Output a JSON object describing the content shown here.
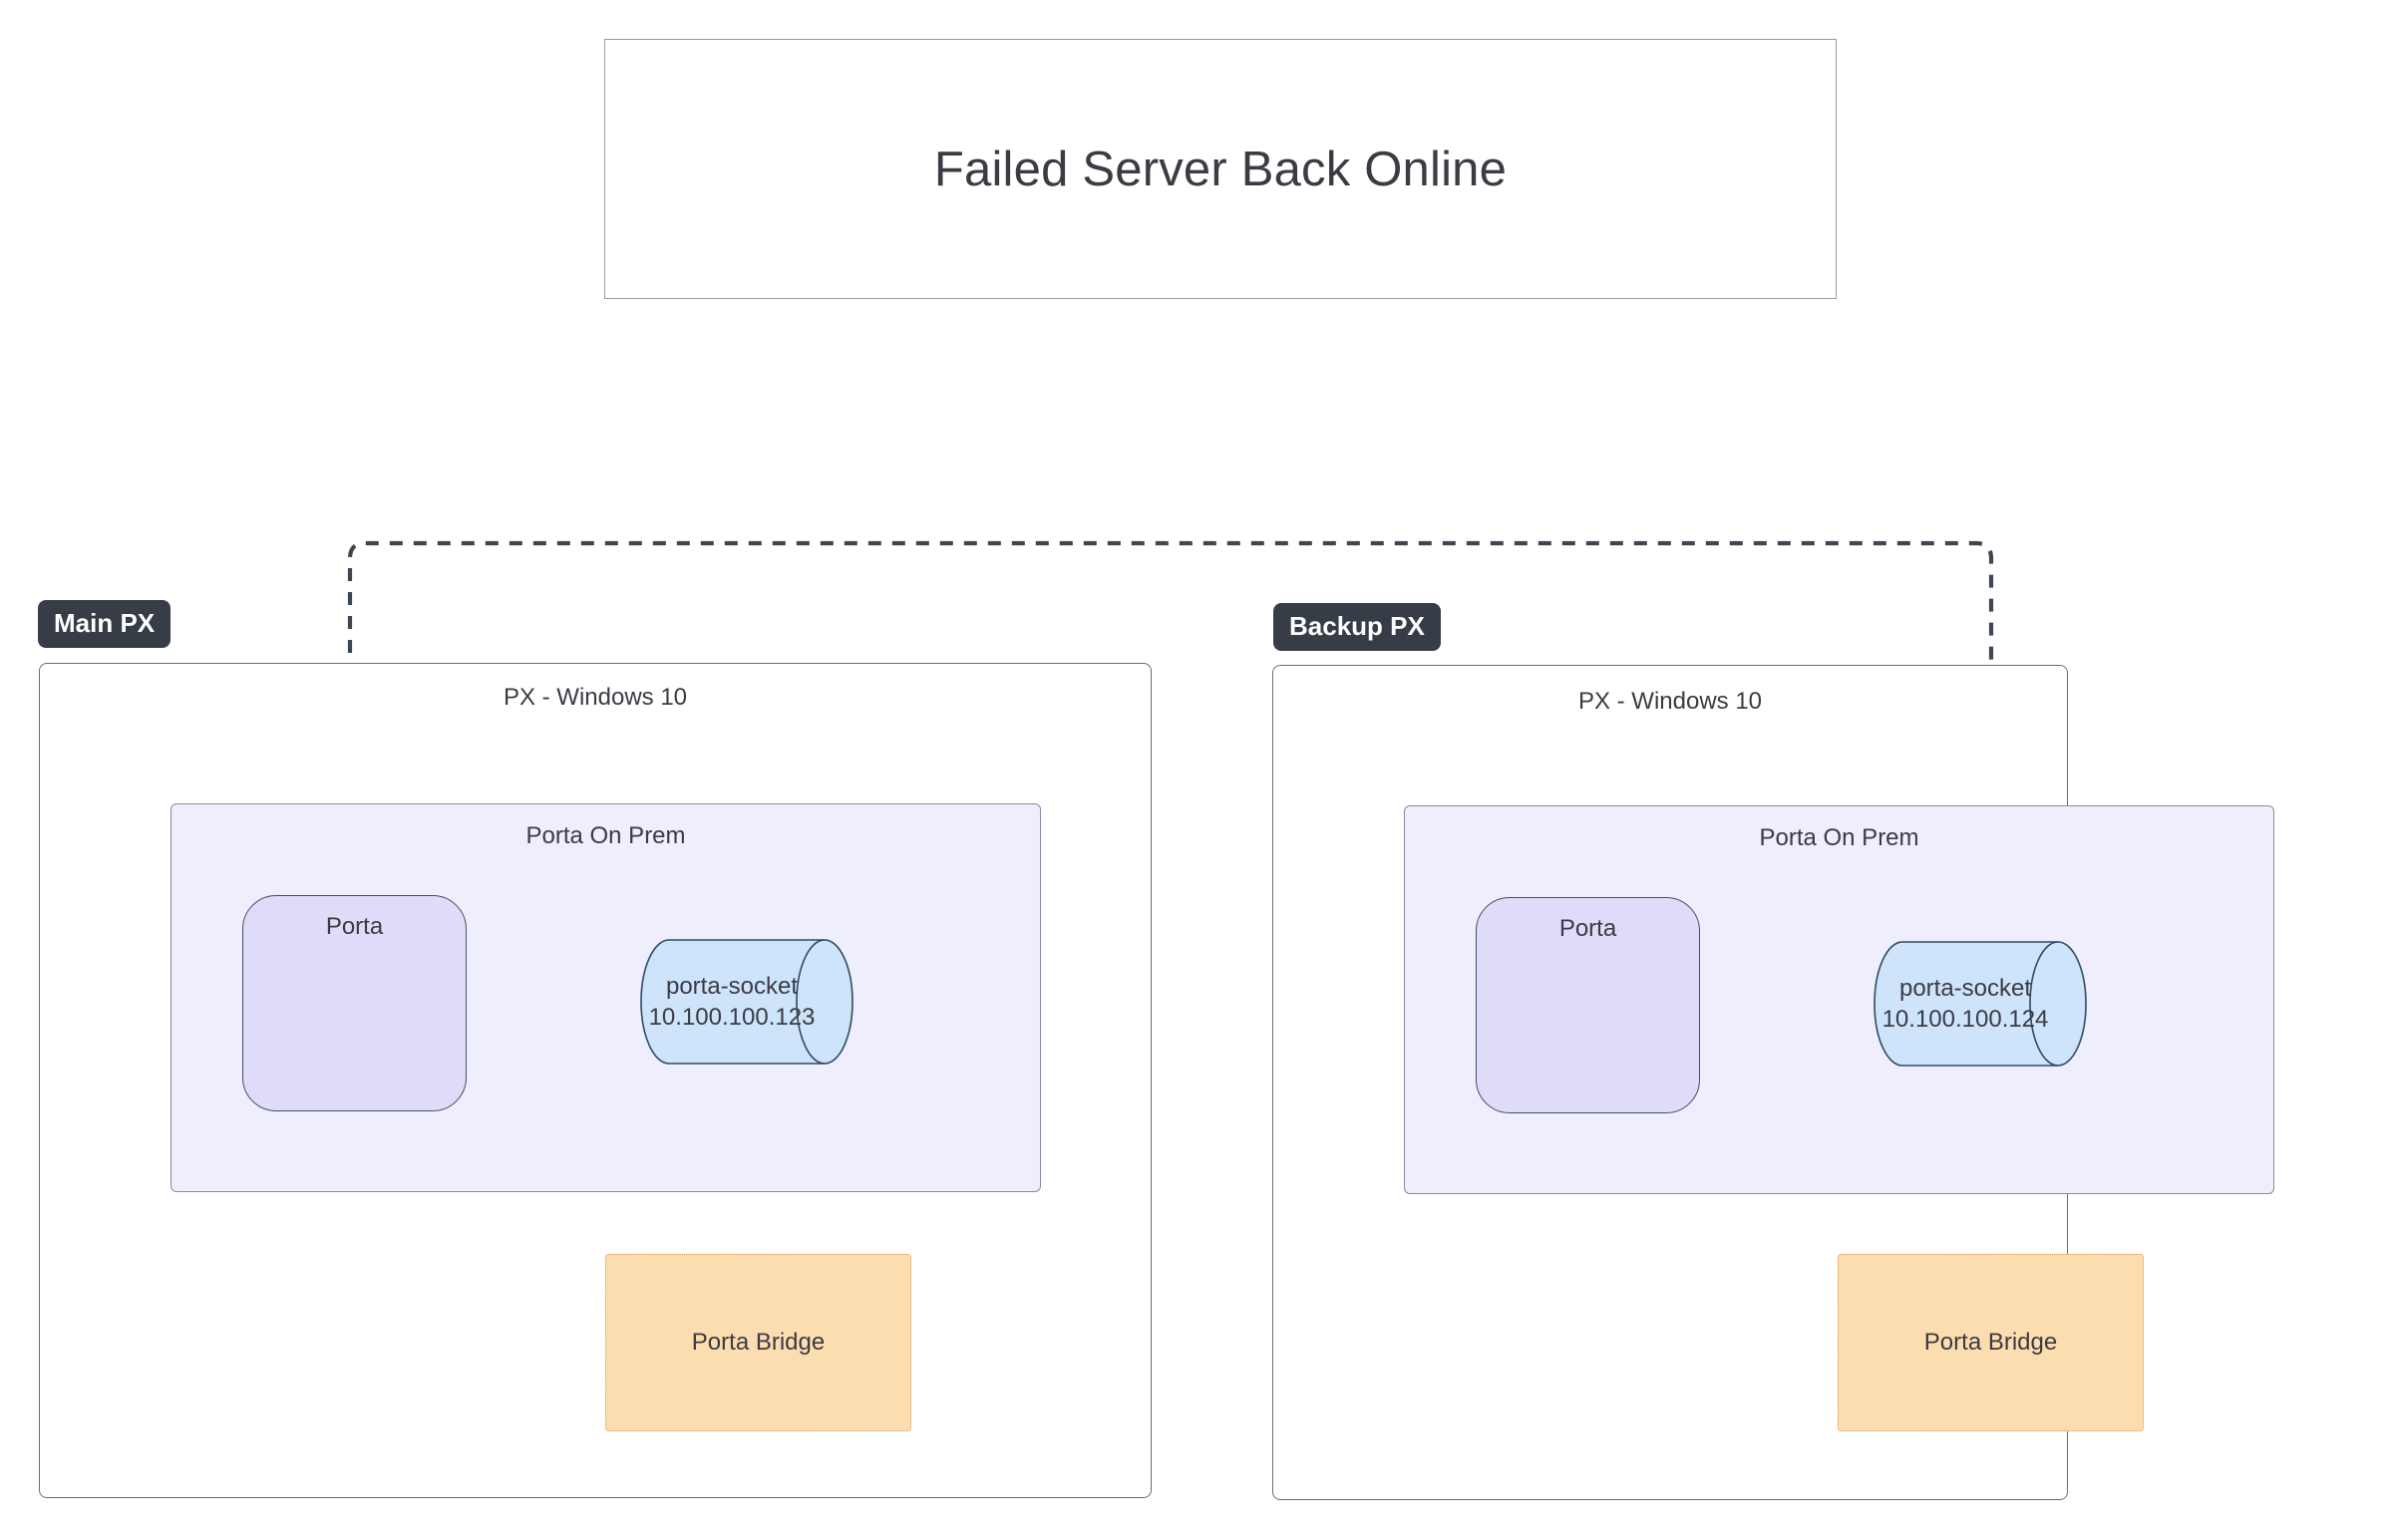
{
  "title": {
    "text": "Failed Server Back Online"
  },
  "colors": {
    "badge_bg": "#373d47",
    "group_fill": "#eeeefc",
    "porta_fill": "#dedcf8",
    "socket_fill": "#cde4fb",
    "bridge_fill": "#fbddb0",
    "connector": "#3d4753",
    "connector_alt": "#000000",
    "text": "#3b3b44"
  },
  "zones": [
    {
      "id": "main",
      "badge": "Main PX",
      "host_title": "PX - Windows 10",
      "group_title": "Porta On Prem",
      "porta_label": "Porta",
      "socket": {
        "name": "porta-socket",
        "ip": "10.100.100.123"
      },
      "bridge_label": "Porta Bridge"
    },
    {
      "id": "backup",
      "badge": "Backup PX",
      "host_title": "PX - Windows 10",
      "group_title": "Porta On Prem",
      "porta_label": "Porta",
      "socket": {
        "name": "porta-socket",
        "ip": "10.100.100.124"
      },
      "bridge_label": "Porta Bridge"
    }
  ],
  "connections": [
    {
      "name": "top-bus-to-main-porta",
      "style": "dashed",
      "arrow": "end",
      "from": "top-bus",
      "to": "main-porta"
    },
    {
      "name": "top-bus-to-backup-socket",
      "style": "dashed",
      "arrow": "end",
      "from": "top-bus",
      "to": "backup-porta-socket"
    },
    {
      "name": "main-socket-to-main-bridge",
      "style": "dashed",
      "arrow": "both",
      "from": "main-porta-socket",
      "to": "main-porta-bridge"
    },
    {
      "name": "backup-socket-to-backup-bridge",
      "style": "dashed",
      "arrow": "both",
      "from": "backup-porta-socket",
      "to": "backup-porta-bridge"
    },
    {
      "name": "backup-porta-to-backup-socket",
      "style": "dashed",
      "arrow": "both",
      "from": "backup-porta",
      "to": "backup-porta-socket"
    }
  ]
}
